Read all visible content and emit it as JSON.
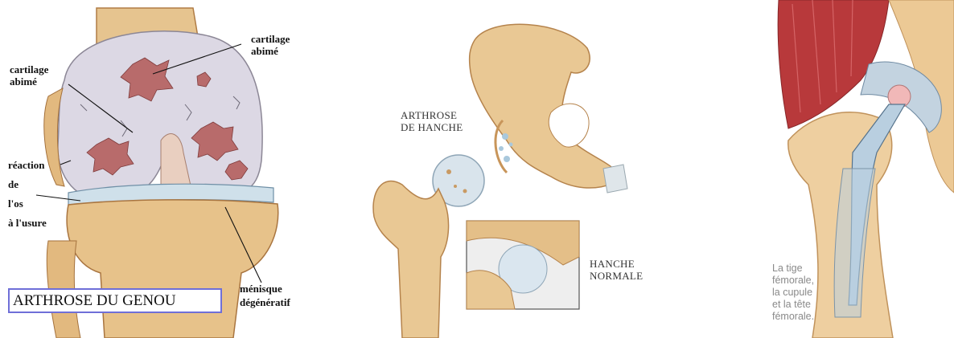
{
  "knee_panel": {
    "labels": {
      "cartilage_top": [
        "cartilage",
        "abimé"
      ],
      "cartilage_left": [
        "cartilage",
        "abimé"
      ],
      "reaction": [
        "réaction",
        "de",
        "l'os",
        "à l'usure"
      ],
      "menisque": [
        "ménisque",
        "dégénératif"
      ]
    },
    "title": "ARTHROSE DU GENOU",
    "title_border_color": "#6f6fd8"
  },
  "hip_panel": {
    "arthrose_label": [
      "ARTHROSE",
      "DE HANCHE"
    ],
    "normal_label": [
      "HANCHE",
      "NORMALE"
    ]
  },
  "implant_panel": {
    "caption": [
      "La tige",
      "fémorale,",
      "la cupule",
      "et la tête",
      "fémorale."
    ]
  },
  "colors": {
    "bone": "#e9c894",
    "bone_dark": "#c8955a",
    "cartilage": "#dcd8e4",
    "lesion": "#b86b6b",
    "muscle": "#b8393b",
    "implant": "#b9cfe0"
  }
}
